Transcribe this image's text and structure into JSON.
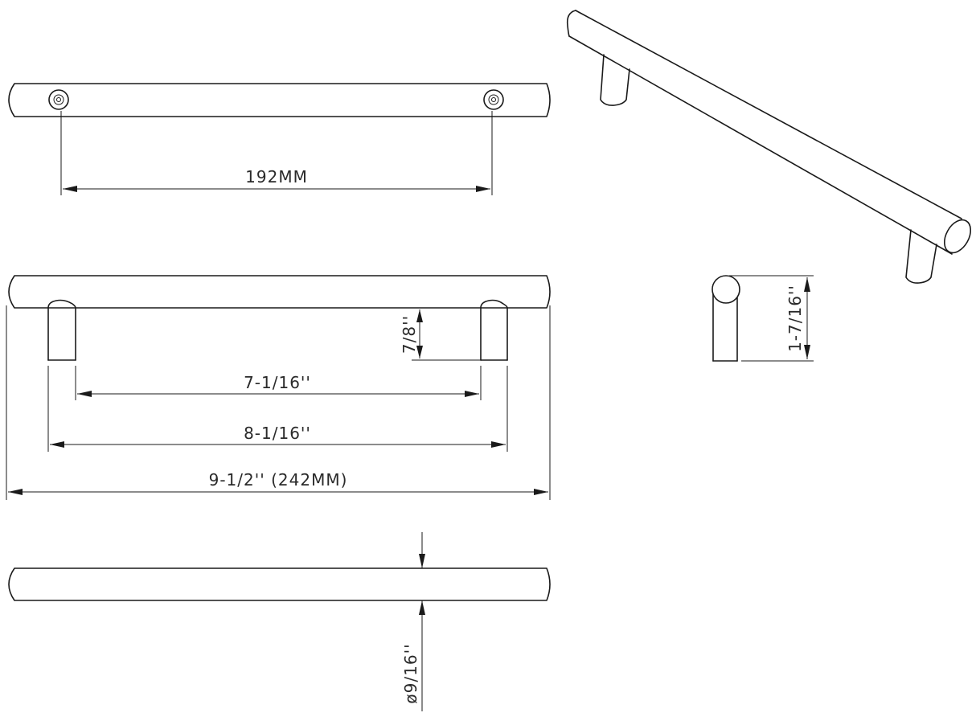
{
  "dimensions": {
    "hole_spacing_mm": "192MM",
    "post_height": "7/8''",
    "inner_post_span": "7-1/16''",
    "outer_post_span": "8-1/16''",
    "overall_length": "9-1/2'' (242MM)",
    "projection": "1-7/16''",
    "bar_diameter": "ø9/16''"
  },
  "colors": {
    "line": "#1a1a1a",
    "text": "#2a2a2a"
  }
}
